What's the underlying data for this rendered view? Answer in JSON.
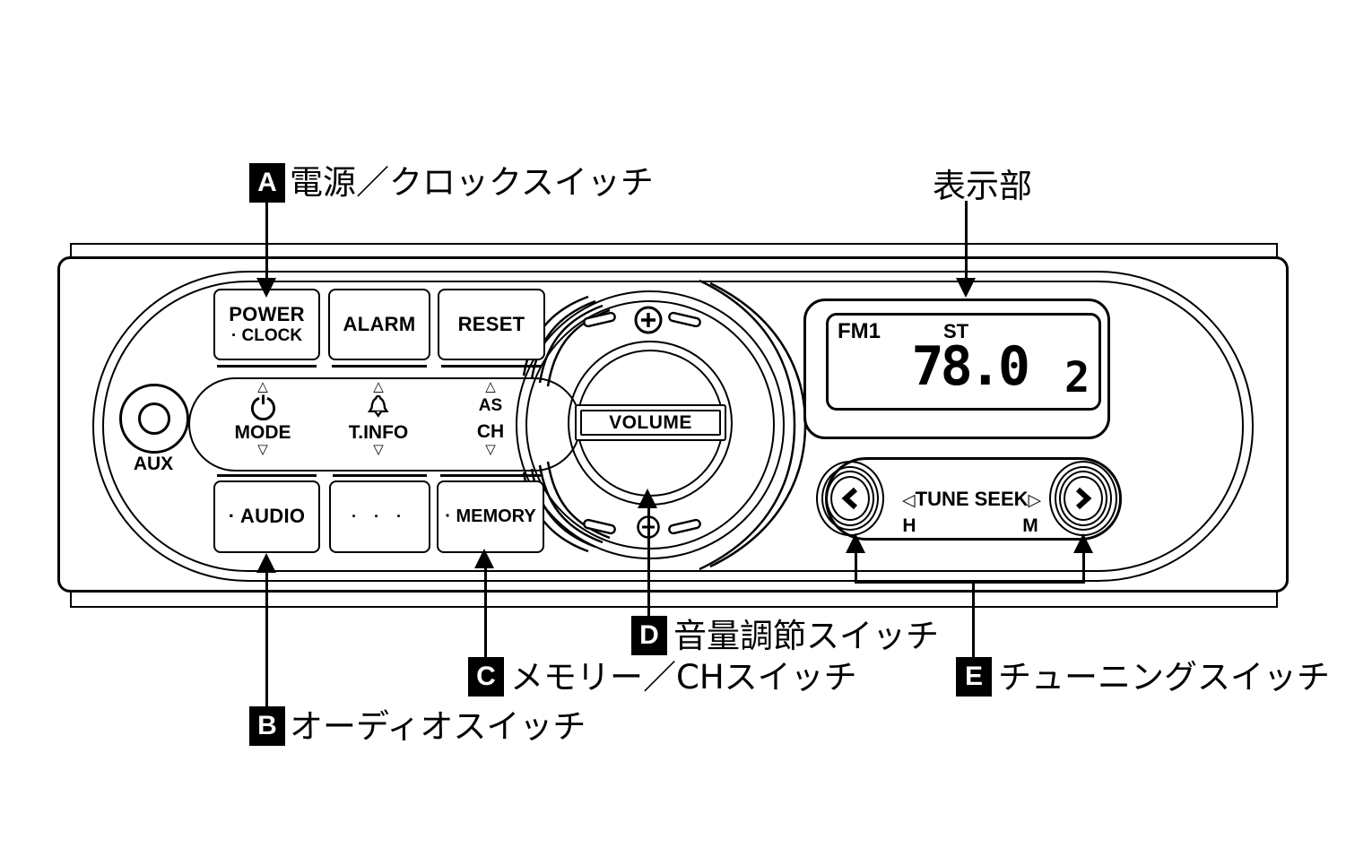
{
  "callouts": {
    "a": {
      "letter": "A",
      "label": "電源／クロックスイッチ"
    },
    "display": {
      "label": "表示部"
    },
    "b": {
      "letter": "B",
      "label": "オーディオスイッチ"
    },
    "c": {
      "letter": "C",
      "label": "メモリー／CHスイッチ"
    },
    "d": {
      "letter": "D",
      "label": "音量調節スイッチ"
    },
    "e": {
      "letter": "E",
      "label": "チューニングスイッチ"
    }
  },
  "unit": {
    "aux": {
      "label": "AUX"
    },
    "top_row": {
      "power_clock": {
        "line1": "POWER",
        "line2": "· CLOCK"
      },
      "alarm": {
        "label": "ALARM"
      },
      "reset": {
        "label": "RESET"
      }
    },
    "selector_row": {
      "up_triangle": "△",
      "down_triangle": "▽",
      "mode": {
        "label": "MODE",
        "icon": "power-standby-icon"
      },
      "tinfo": {
        "label": "T.INFO",
        "icon": "alarm-bell-icon"
      },
      "as_ch": {
        "top_label": "AS",
        "bottom_label": "CH"
      }
    },
    "bottom_row": {
      "audio": {
        "label": "· AUDIO"
      },
      "unlabeled": {
        "label": "· · ·"
      },
      "memory": {
        "label": "· MEMORY"
      }
    },
    "volume": {
      "label": "VOLUME",
      "plus_icon": "volume-plus-icon",
      "minus_icon": "volume-minus-icon"
    },
    "display": {
      "band": "FM1",
      "stereo": "ST",
      "frequency": "78.0",
      "preset": "2"
    },
    "tune_seek": {
      "left_triangle": "◁",
      "label": "TUNE SEEK",
      "right_triangle": "▷",
      "left_step": "H",
      "right_step": "M",
      "left_icon": "chevron-left-icon",
      "right_icon": "chevron-right-icon"
    }
  }
}
